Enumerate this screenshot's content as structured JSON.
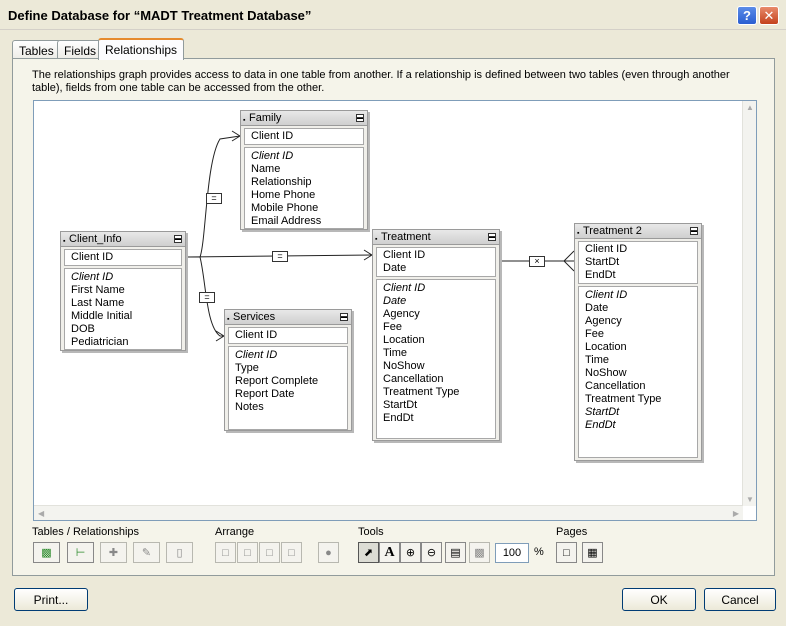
{
  "window": {
    "title": "Define Database for “MADT Treatment Database”",
    "help_glyph": "?",
    "close_glyph": "✕"
  },
  "tabs": [
    {
      "label": "Tables"
    },
    {
      "label": "Fields"
    },
    {
      "label": "Relationships"
    }
  ],
  "description": "The relationships graph provides access to data in one table from another. If a relationship is defined between two tables (even through another table), fields from one table can be accessed from the other.",
  "graph": {
    "tables": {
      "family": {
        "name": "Family",
        "keys": [
          "Client ID"
        ],
        "fields": [
          "Client ID",
          "Name",
          "Relationship",
          "Home Phone",
          "Mobile Phone",
          "Email Address"
        ]
      },
      "client_info": {
        "name": "Client_Info",
        "keys": [
          "Client ID"
        ],
        "fields": [
          "Client ID",
          "First Name",
          "Last Name",
          "Middle Initial",
          "DOB",
          "Pediatrician"
        ]
      },
      "services": {
        "name": "Services",
        "keys": [
          "Client ID"
        ],
        "fields": [
          "Client ID",
          "Type",
          "Report Complete",
          "Report Date",
          "Notes"
        ]
      },
      "treatment": {
        "name": "Treatment",
        "keys": [
          "Client ID",
          "Date"
        ],
        "fields": [
          "Client ID",
          "Date",
          "Agency",
          "Fee",
          "Location",
          "Time",
          "NoShow",
          "Cancellation",
          "Treatment Type",
          "StartDt",
          "EndDt"
        ]
      },
      "treatment2": {
        "name": "Treatment 2",
        "keys": [
          "Client ID",
          "StartDt",
          "EndDt"
        ],
        "fields": [
          "Client ID",
          "Date",
          "Agency",
          "Fee",
          "Location",
          "Time",
          "NoShow",
          "Cancellation",
          "Treatment Type",
          "StartDt",
          "EndDt"
        ]
      }
    },
    "relationship_symbols": {
      "equal": "=",
      "cross": "×"
    }
  },
  "toolbar": {
    "tables_relationships_label": "Tables / Relationships",
    "arrange_label": "Arrange",
    "tools_label": "Tools",
    "pages_label": "Pages",
    "zoom_value": "100",
    "zoom_unit": "%"
  },
  "buttons": {
    "print": "Print...",
    "ok": "OK",
    "cancel": "Cancel"
  }
}
